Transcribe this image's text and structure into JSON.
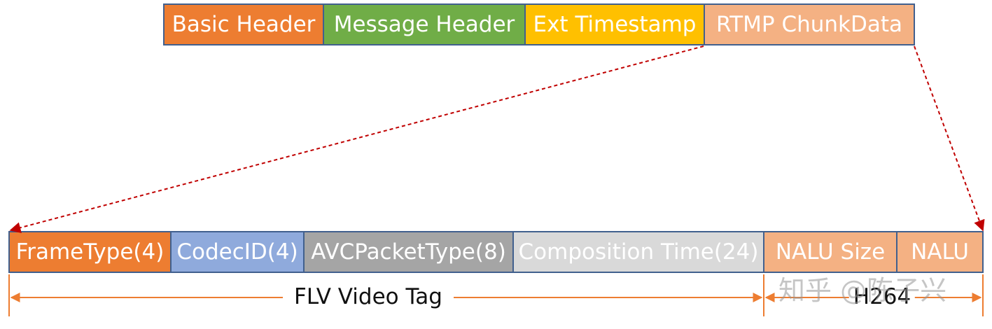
{
  "rtmp_chunk": {
    "fields": [
      {
        "label": "Basic Header",
        "color": "#ed7d31"
      },
      {
        "label": "Message Header",
        "color": "#70ad47"
      },
      {
        "label": "Ext Timestamp",
        "color": "#ffc000"
      },
      {
        "label": "RTMP ChunkData",
        "color": "#f4b183"
      }
    ]
  },
  "video_tag": {
    "fields": [
      {
        "label": "FrameType(4)",
        "color": "#ed7d31"
      },
      {
        "label": "CodecID(4)",
        "color": "#8faadc"
      },
      {
        "label": "AVCPacketType(8)",
        "color": "#a5a5a5"
      },
      {
        "label": "Composition Time(24)",
        "color": "#d9d9d9"
      },
      {
        "label": "NALU Size",
        "color": "#f4b183"
      },
      {
        "label": "NALU",
        "color": "#f4b183"
      }
    ]
  },
  "spans": {
    "flv_label": "FLV Video Tag",
    "h264_label": "H264"
  },
  "watermark": "知乎 @陈子兴",
  "colors": {
    "connector": "#c00000",
    "span_arrow": "#ed7d31",
    "border": "#41608e"
  }
}
